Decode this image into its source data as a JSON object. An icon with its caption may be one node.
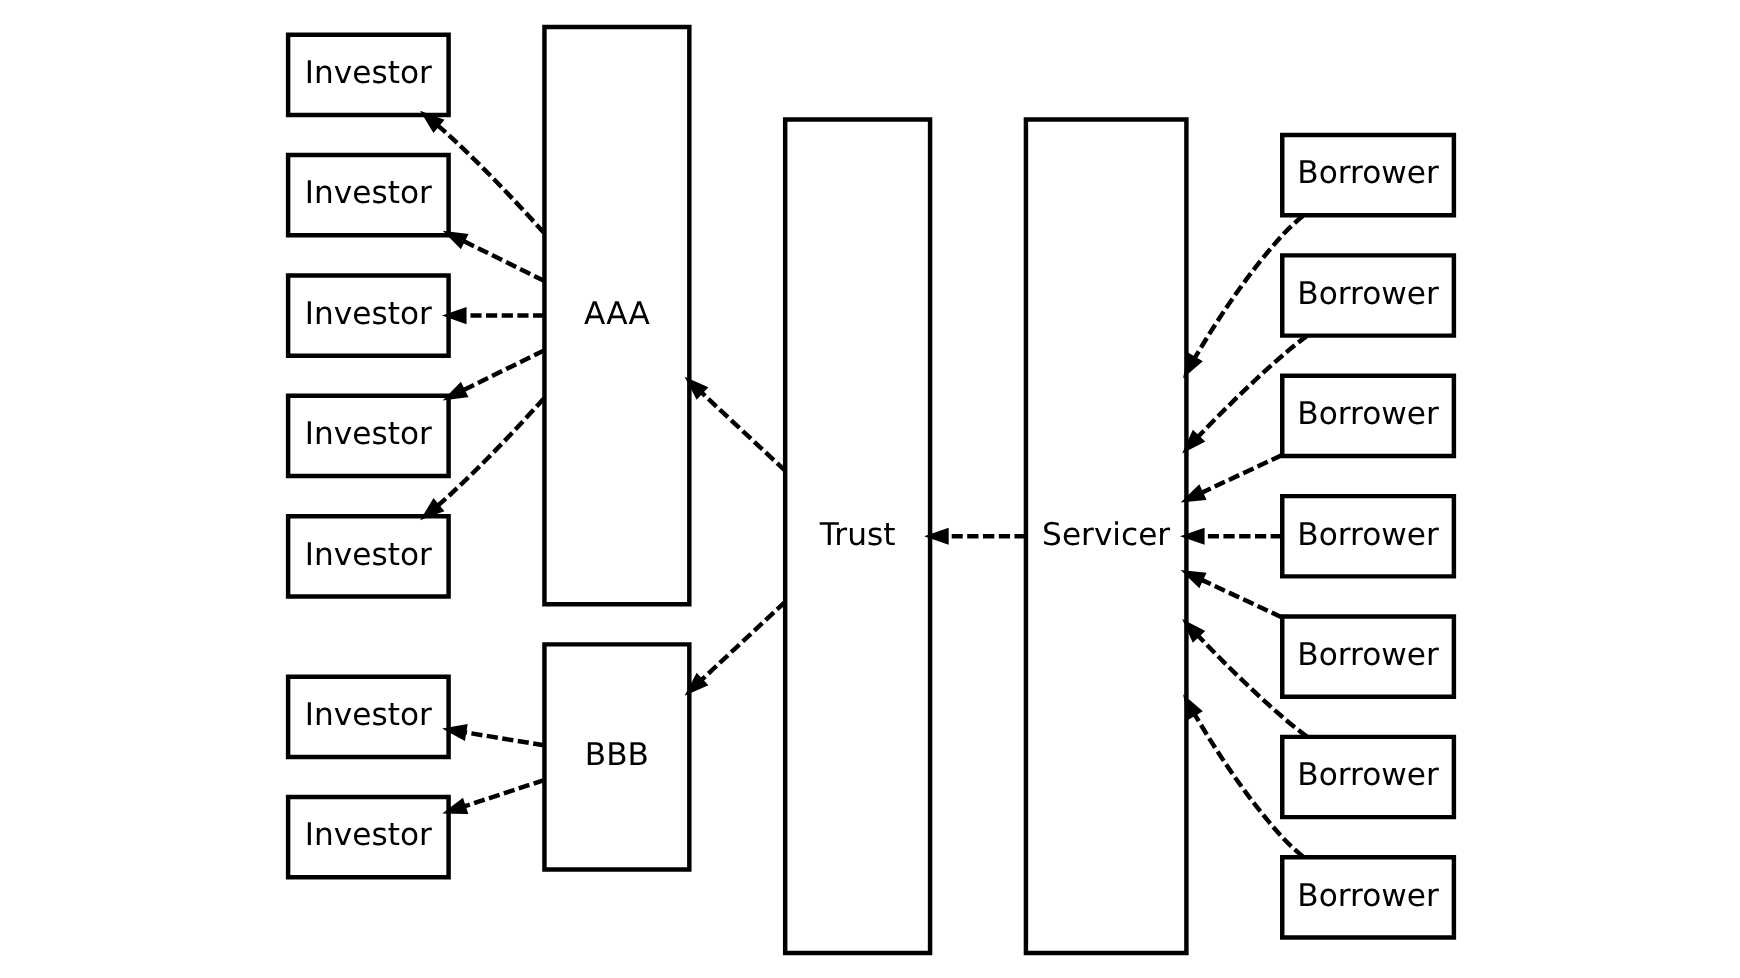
{
  "diagram": {
    "nodes": [
      {
        "text": [
          "Investor"
        ]
      },
      {
        "text": [
          "Investor"
        ]
      },
      {
        "text": [
          "Investor"
        ]
      },
      {
        "text": [
          "Investor"
        ]
      },
      {
        "text": [
          "Investor"
        ]
      },
      {
        "text": [
          "Investor"
        ]
      },
      {
        "text": [
          "Investor"
        ]
      },
      {
        "text": [
          "AAA"
        ]
      },
      {
        "text": [
          "BBB"
        ]
      },
      {
        "text": [
          "Trust"
        ]
      },
      {
        "text": [
          "Servicer"
        ]
      },
      {
        "text": [
          "Borrower"
        ]
      },
      {
        "text": [
          "Borrower"
        ]
      },
      {
        "text": [
          "Borrower"
        ]
      },
      {
        "text": [
          "Borrower"
        ]
      },
      {
        "text": [
          "Borrower"
        ]
      },
      {
        "text": [
          "Borrower"
        ]
      },
      {
        "text": [
          "Borrower"
        ]
      }
    ],
    "edges": [
      {
        "from": 7,
        "to": 0,
        "arrow": "to",
        "style": "dashed"
      },
      {
        "from": 7,
        "to": 1,
        "arrow": "to",
        "style": "dashed"
      },
      {
        "from": 7,
        "to": 2,
        "arrow": "to",
        "style": "dashed"
      },
      {
        "from": 7,
        "to": 3,
        "arrow": "to",
        "style": "dashed"
      },
      {
        "from": 7,
        "to": 4,
        "arrow": "to",
        "style": "dashed"
      },
      {
        "from": 8,
        "to": 5,
        "arrow": "to",
        "style": "dashed"
      },
      {
        "from": 8,
        "to": 6,
        "arrow": "to",
        "style": "dashed"
      },
      {
        "from": 9,
        "to": 7,
        "arrow": "to",
        "style": "dashed"
      },
      {
        "from": 9,
        "to": 8,
        "arrow": "to",
        "style": "dashed"
      },
      {
        "from": 10,
        "to": 9,
        "arrow": "to",
        "style": "dashed"
      },
      {
        "from": 11,
        "to": 10,
        "arrow": "to",
        "style": "dashed"
      },
      {
        "from": 12,
        "to": 10,
        "arrow": "to",
        "style": "dashed"
      },
      {
        "from": 13,
        "to": 10,
        "arrow": "to",
        "style": "dashed"
      },
      {
        "from": 14,
        "to": 10,
        "arrow": "to",
        "style": "dashed"
      },
      {
        "from": 15,
        "to": 10,
        "arrow": "to",
        "style": "dashed"
      },
      {
        "from": 16,
        "to": 10,
        "arrow": "to",
        "style": "dashed"
      },
      {
        "from": 17,
        "to": 10,
        "arrow": "to",
        "style": "dashed"
      }
    ]
  }
}
